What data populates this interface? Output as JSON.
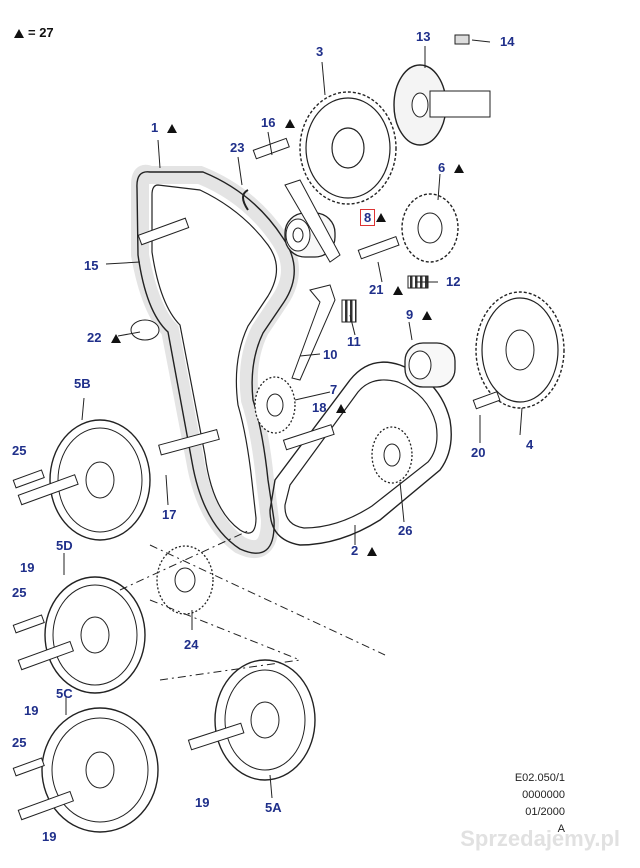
{
  "legend": {
    "text": "= 27"
  },
  "callouts": [
    {
      "id": "c1",
      "text": "1",
      "tri": true
    },
    {
      "id": "c2",
      "text": "2",
      "tri": true
    },
    {
      "id": "c3",
      "text": "3",
      "tri": false
    },
    {
      "id": "c4",
      "text": "4",
      "tri": false
    },
    {
      "id": "c5A",
      "text": "5A",
      "tri": false
    },
    {
      "id": "c5B",
      "text": "5B",
      "tri": false
    },
    {
      "id": "c5C",
      "text": "5C",
      "tri": false
    },
    {
      "id": "c5D",
      "text": "5D",
      "tri": false
    },
    {
      "id": "c6",
      "text": "6",
      "tri": true
    },
    {
      "id": "c7",
      "text": "7",
      "tri": false
    },
    {
      "id": "c8",
      "text": "8",
      "tri": true,
      "boxed": true
    },
    {
      "id": "c9",
      "text": "9",
      "tri": true
    },
    {
      "id": "c10",
      "text": "10",
      "tri": false
    },
    {
      "id": "c11",
      "text": "11",
      "tri": false
    },
    {
      "id": "c12",
      "text": "12",
      "tri": false
    },
    {
      "id": "c13",
      "text": "13",
      "tri": false
    },
    {
      "id": "c14",
      "text": "14",
      "tri": false
    },
    {
      "id": "c15",
      "text": "15",
      "tri": false
    },
    {
      "id": "c16",
      "text": "16",
      "tri": true
    },
    {
      "id": "c17",
      "text": "17",
      "tri": false
    },
    {
      "id": "c18",
      "text": "18",
      "tri": true
    },
    {
      "id": "c19a",
      "text": "19",
      "tri": false
    },
    {
      "id": "c19b",
      "text": "19",
      "tri": false
    },
    {
      "id": "c19c",
      "text": "19",
      "tri": false
    },
    {
      "id": "c19d",
      "text": "19",
      "tri": false
    },
    {
      "id": "c20",
      "text": "20",
      "tri": false
    },
    {
      "id": "c21",
      "text": "21",
      "tri": true
    },
    {
      "id": "c22",
      "text": "22",
      "tri": true
    },
    {
      "id": "c23",
      "text": "23",
      "tri": false
    },
    {
      "id": "c24",
      "text": "24",
      "tri": false
    },
    {
      "id": "c25a",
      "text": "25",
      "tri": false
    },
    {
      "id": "c25b",
      "text": "25",
      "tri": false
    },
    {
      "id": "c25c",
      "text": "25",
      "tri": false
    },
    {
      "id": "c26",
      "text": "26",
      "tri": false
    }
  ],
  "reference": {
    "line1": "E02.050/1",
    "line2": "0000000",
    "line3": "01/2000",
    "line4": "A"
  },
  "watermark": "Sprzedajemy.pl",
  "colors": {
    "label": "#1f2f8a",
    "line": "#222222",
    "highlight": "#d33333"
  }
}
